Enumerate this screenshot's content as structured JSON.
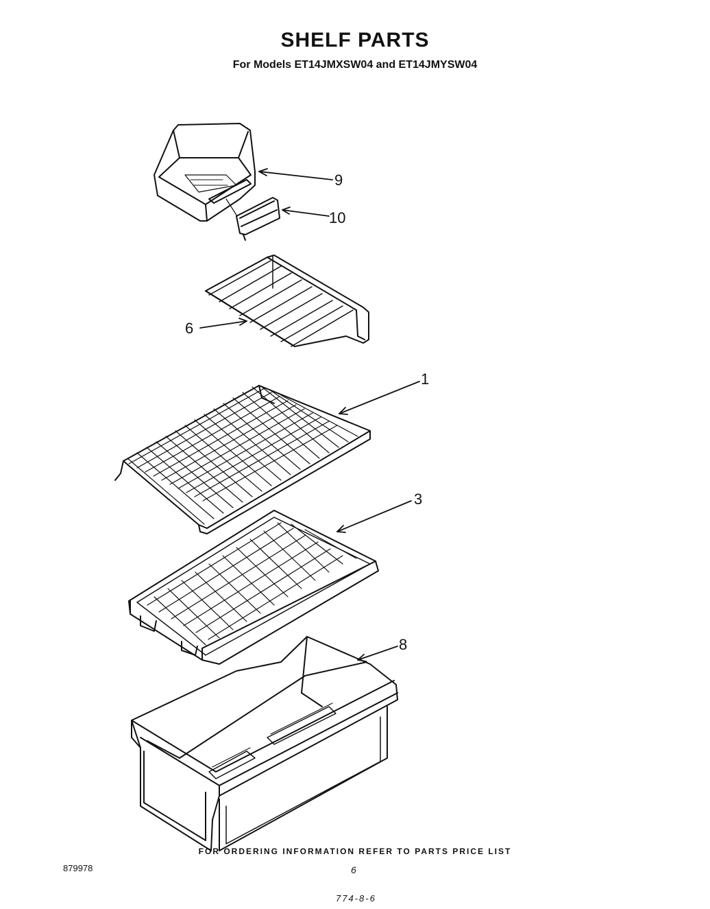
{
  "header": {
    "title": "SHELF PARTS",
    "subtitle": "For Models ET14JMXSW04 and ET14JMYSW04"
  },
  "callouts": [
    {
      "part": "9",
      "label": "9"
    },
    {
      "part": "10",
      "label": "10"
    },
    {
      "part": "6",
      "label": "6"
    },
    {
      "part": "1",
      "label": "1"
    },
    {
      "part": "3",
      "label": "3"
    },
    {
      "part": "8",
      "label": "8"
    }
  ],
  "footer": {
    "ordering_note": "FOR ORDERING INFORMATION REFER TO PARTS PRICE LIST",
    "document_number": "879978",
    "page_number": "6",
    "handwritten_note": "774-8-6"
  }
}
